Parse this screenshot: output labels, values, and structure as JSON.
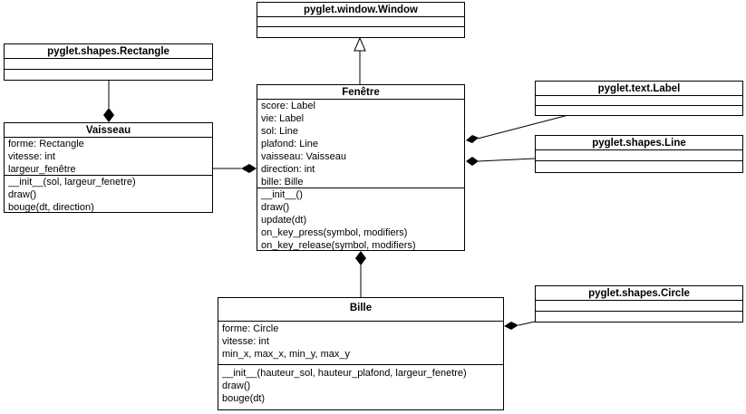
{
  "classes": {
    "window": {
      "name": "pyglet.window.Window",
      "attributes": [],
      "methods": []
    },
    "rectangle": {
      "name": "pyglet.shapes.Rectangle",
      "attributes": [],
      "methods": []
    },
    "fenetre": {
      "name": "Fenêtre",
      "attributes": [
        "score: Label",
        "vie: Label",
        "sol: Line",
        "plafond: Line",
        "vaisseau: Vaisseau",
        "direction: int",
        "bille: Bille"
      ],
      "methods": [
        "__init__()",
        "draw()",
        "update(dt)",
        "on_key_press(symbol, modifiers)",
        "on_key_release(symbol, modifiers)"
      ]
    },
    "label": {
      "name": "pyglet.text.Label",
      "attributes": [],
      "methods": []
    },
    "line": {
      "name": "pyglet.shapes.Line",
      "attributes": [],
      "methods": []
    },
    "vaisseau": {
      "name": "Vaisseau",
      "attributes": [
        "forme: Rectangle",
        "vitesse: int",
        "largeur_fenêtre"
      ],
      "methods": [
        "__init__(sol, largeur_fenetre)",
        "draw()",
        "bouge(dt, direction)"
      ]
    },
    "bille": {
      "name": "Bille",
      "attributes": [
        "forme: Circle",
        "vitesse: int",
        "min_x, max_x, min_y, max_y"
      ],
      "methods": [
        "__init__(hauteur_sol, hauteur_plafond, largeur_fenetre)",
        "draw()",
        "bouge(dt)"
      ]
    },
    "circle": {
      "name": "pyglet.shapes.Circle",
      "attributes": [],
      "methods": []
    }
  },
  "relations": [
    {
      "type": "inheritance",
      "from": "fenetre",
      "to": "window"
    },
    {
      "type": "composition",
      "whole": "vaisseau",
      "part": "rectangle"
    },
    {
      "type": "composition",
      "whole": "fenetre",
      "part": "vaisseau"
    },
    {
      "type": "composition",
      "whole": "fenetre",
      "part": "label"
    },
    {
      "type": "composition",
      "whole": "fenetre",
      "part": "line"
    },
    {
      "type": "composition",
      "whole": "fenetre",
      "part": "bille"
    },
    {
      "type": "composition",
      "whole": "bille",
      "part": "circle"
    }
  ]
}
